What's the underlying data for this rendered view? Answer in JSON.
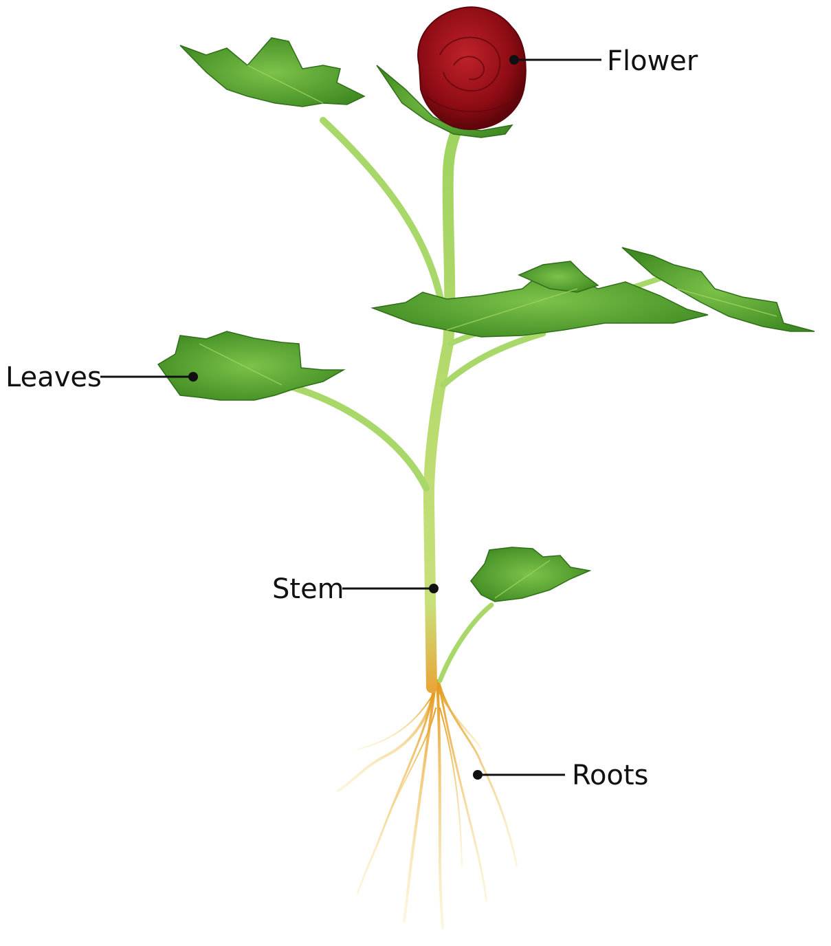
{
  "labels": {
    "flower": "Flower",
    "leaves": "Leaves",
    "stem": "Stem",
    "roots": "Roots"
  },
  "colors": {
    "background": "#ffffff",
    "leaf": "#4f9e2a",
    "leaf_light": "#7cc24a",
    "stem": "#a8d86a",
    "flower": "#9b0f17",
    "root": "#e0a02a",
    "label": "#111111"
  }
}
